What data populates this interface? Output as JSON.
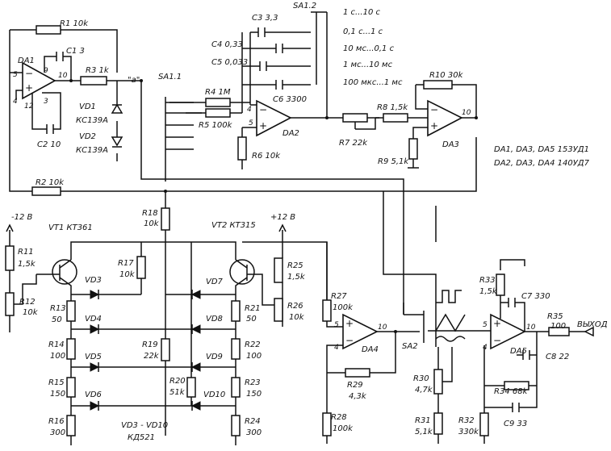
{
  "components": {
    "r1": "R1 10k",
    "r2": "R2 10k",
    "r3": "R3 1k",
    "r4": "R4 1M",
    "r5": "R5 100k",
    "r6": "R6 10k",
    "r7": "R7 22k",
    "r8": "R8 1,5k",
    "r9": "R9 5,1k",
    "r10": "R10 30k",
    "r11": "R11",
    "r11v": "1,5k",
    "r12": "R12",
    "r12v": "10k",
    "r13": "R13",
    "r13v": "50",
    "r14": "R14",
    "r14v": "100",
    "r15": "R15",
    "r15v": "150",
    "r16": "R16",
    "r16v": "300",
    "r17": "R17",
    "r17v": "10k",
    "r18": "R18",
    "r18v": "10k",
    "r19": "R19",
    "r19v": "22k",
    "r20": "R20",
    "r20v": "51k",
    "r21": "R21",
    "r21v": "50",
    "r22": "R22",
    "r22v": "100",
    "r23": "R23",
    "r23v": "150",
    "r24": "R24",
    "r24v": "300",
    "r25": "R25",
    "r25v": "1,5k",
    "r26": "R26",
    "r26v": "10k",
    "r27": "R27",
    "r27v": "100k",
    "r28": "R28",
    "r28v": "100k",
    "r29": "R29",
    "r29v": "4,3k",
    "r30": "R30",
    "r30v": "4,7k",
    "r31": "R31",
    "r31v": "5,1k",
    "r32": "R32",
    "r32v": "330k",
    "r33": "R33",
    "r33v": "1,5k",
    "r34": "R34 68k",
    "r35": "R35",
    "r35v": "100",
    "c1": "C1 3",
    "c2": "C2 10",
    "c3": "C3 3,3",
    "c4": "C4 0,33",
    "c5": "C5 0,033",
    "c6": "C6 3300",
    "c7": "C7 330",
    "c8": "C8 22",
    "c9": "C9 33",
    "da1": "DA1",
    "da2": "DA2",
    "da3": "DA3",
    "da4": "DA4",
    "da5": "DA5",
    "vd1": "VD1",
    "vd1t": "КС139А",
    "vd2": "VD2",
    "vd2t": "КС139А",
    "vd3": "VD3",
    "vd4": "VD4",
    "vd5": "VD5",
    "vd6": "VD6",
    "vd7": "VD7",
    "vd8": "VD8",
    "vd9": "VD9",
    "vd10": "VD10",
    "vt1": "VT1 КТ361",
    "vt2": "VT2 КТ315",
    "sa11": "SA1.1",
    "sa12": "SA1.2",
    "sa2": "SA2",
    "node_a": "\"а\"",
    "pwr_neg": "-12 В",
    "pwr_pos": "+12 В",
    "vd_group": "VD3 - VD10",
    "vd_type": "КД521",
    "ic1": "DA1, DA3, DA5 153УД1",
    "ic2": "DA2, DA3, DA4 140УД7",
    "out": "ВЫХОД"
  },
  "ranges": [
    "1 с...10 с",
    "0,1 с...1 с",
    "10 мс...0,1 с",
    "1 мс...10 мс",
    "100 мкс...1 мс"
  ],
  "pins": {
    "p5": "5",
    "p4": "4",
    "p9": "9",
    "p10": "10",
    "p12": "12",
    "p3": "3"
  }
}
